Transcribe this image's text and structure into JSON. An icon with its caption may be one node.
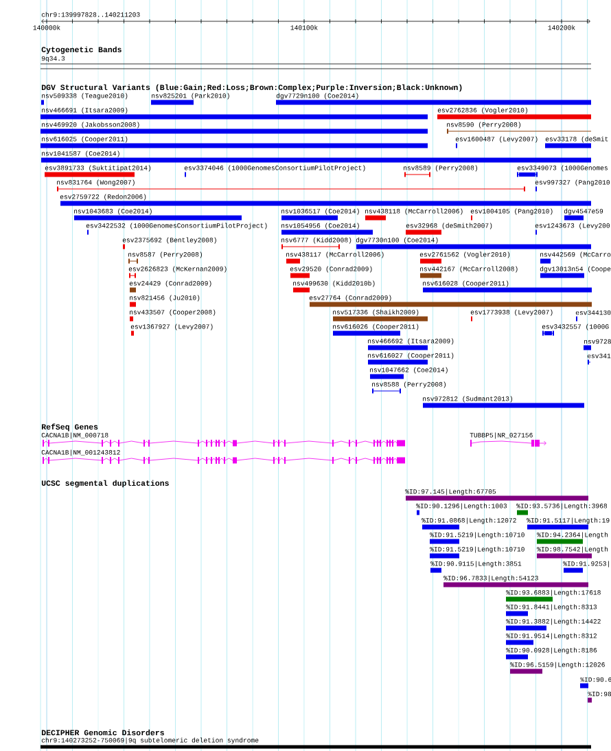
{
  "diagram": {
    "labels": [
      "chr9:139997828..140211203",
      "140000k",
      "140100k",
      "140200k",
      "Cytogenetic Bands",
      "9q34.3",
      "DGV Structural Variants (Blue:Gain;Red:Loss;Brown:Complex;Purple:Inversion;Black:Unknown)",
      "nsv509338 (Teague2010)",
      "nsv825201 (Park2010)",
      "dgv7729n100 (Coe2014)",
      "nsv466691 (Itsara2009)",
      "esv2762836 (Vogler2010)",
      "nsv469920 (Jakobsson2008)",
      "nsv8590 (Perry2008)",
      "nsv616025 (Cooper2011)",
      "esv1600487 (Levy2007)",
      "esv33178 (deSmit",
      "nsv1041587 (Coe2014)",
      "esv3891733 (Suktitipat2014)",
      "esv3374046 (1000GenomesConsortiumPilotProject)",
      "nsv8589 (Perry2008)",
      "esv3349073 (1000Genomes",
      "nsv831764 (Wong2007)",
      "esv997327 (Pang2010",
      "esv2759722 (Redon2006)",
      "nsv1043683 (Coe2014)",
      "nsv1036517 (Coe2014)",
      "nsv438118 (McCarroll2006)",
      "esv1004105 (Pang2010)",
      "dgv4547e59",
      "esv3422532 (1000GenomesConsortiumPilotProject)",
      "nsv1054956 (Coe2014)",
      "esv32968 (deSmith2007)",
      "esv1243673 (Levy200",
      "esv2375692 (Bentley2008)",
      "nsv6777 (Kidd2008)",
      "dgv7730n100 (Coe2014)",
      "nsv8587 (Perry2008)",
      "nsv438117 (McCarroll2006)",
      "esv2761562 (Vogler2010)",
      "nsv442569 (McCarro",
      "esv2626823 (McKernan2009)",
      "esv29520 (Conrad2009)",
      "nsv442167 (McCarroll2008)",
      "dgv13013n54 (Coope",
      "esv24429 (Conrad2009)",
      "nsv499630 (Kidd2010b)",
      "nsv616028 (Cooper2011)",
      "nsv821456 (Ju2010)",
      "esv27764 (Conrad2009)",
      "nsv433507 (Cooper2008)",
      "nsv517336 (Shaikh2009)",
      "esv1773938 (Levy2007)",
      "esv344130",
      "esv1367927 (Levy2007)",
      "nsv616026 (Cooper2011)",
      "esv3432557 (1000G",
      "nsv466692 (Itsara2009)",
      "nsv9728",
      "nsv616027 (Cooper2011)",
      "esv341",
      "nsv1047662 (Coe2014)",
      "nsv8588 (Perry2008)",
      "nsv972812 (Sudmant2013)",
      "RefSeq Genes",
      "CACNA1B|NM_000718",
      "TUBBP5|NR_027156",
      "CACNA1B|NM_001243812",
      "UCSC segmental duplications",
      "%ID:97.145|Length:67705",
      "%ID:90.1296|Length:1003",
      "%ID:93.5736|Length:3968",
      "%ID:91.0868|Length:12072",
      "%ID:91.5117|Length:19",
      "%ID:91.5219|Length:10710",
      "%ID:94.2364|Length",
      "%ID:91.5219|Length:10710",
      "%ID:98.7542|Length",
      "%ID:90.9115|Length:3851",
      "%ID:91.9253|",
      "%ID:96.7833|Length:54123",
      "%ID:93.6883|Length:17618",
      "%ID:91.8441|Length:8313",
      "%ID:91.3882|Length:14422",
      "%ID:91.9514|Length:8312",
      "%ID:90.0928|Length:8186",
      "%ID:96.5159|Length:12026",
      "%ID:90.6",
      "%ID:98",
      "DECIPHER Genomic Disorders",
      "chr9:140273252-750069|9q subtelomeric deletion syndrome"
    ]
  }
}
